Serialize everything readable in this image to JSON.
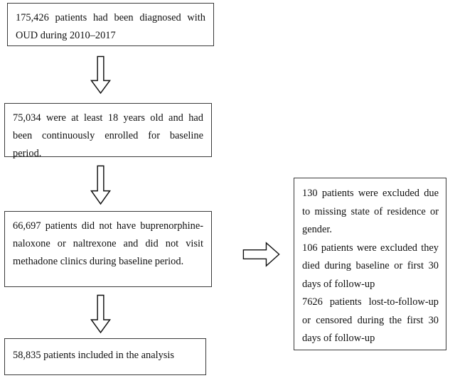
{
  "diagram": {
    "type": "study-flow-diagram",
    "boxes": [
      {
        "id": "screened",
        "name": "box-screened",
        "text": "175,426 patients had been diagnosed with OUD during 2010–2017",
        "count": "175,426"
      },
      {
        "id": "eligible",
        "name": "box-eligible",
        "text": "75,034 were at least 18 years old and had been continuously enrolled for baseline period.",
        "count": "75,034"
      },
      {
        "id": "no-treatment",
        "name": "box-no-treatment",
        "text": "66,697 patients did not have buprenorphine-naloxone or naltrexone and did not visit methadone clinics during baseline period.",
        "count": "66,697"
      },
      {
        "id": "analyzed",
        "name": "box-analyzed",
        "text": "58,835 patients included in the analysis",
        "count": "58,835"
      }
    ],
    "exclusions": {
      "id": "exclusions",
      "name": "box-exclusions",
      "lines": [
        "130 patients were excluded due to missing state of residence or gender.",
        "106 patients were excluded they died during baseline or first 30 days of follow-up",
        "7626 patients lost-to-follow-up or censored during the first 30 days of follow-up"
      ],
      "counts": [
        "130",
        "106",
        "7626"
      ]
    },
    "arrows": [
      {
        "id": "arrow-1",
        "direction": "down",
        "from": "screened",
        "to": "eligible"
      },
      {
        "id": "arrow-2",
        "direction": "down",
        "from": "eligible",
        "to": "no-treatment"
      },
      {
        "id": "arrow-3",
        "direction": "down",
        "from": "no-treatment",
        "to": "analyzed"
      },
      {
        "id": "arrow-right",
        "direction": "right",
        "from": "no-treatment",
        "to": "exclusions"
      }
    ],
    "colors": {
      "background": "#ffffff",
      "box_border": "#3a3a3a",
      "arrow_stroke": "#111111",
      "arrow_fill": "#ffffff",
      "text": "#101010"
    }
  }
}
